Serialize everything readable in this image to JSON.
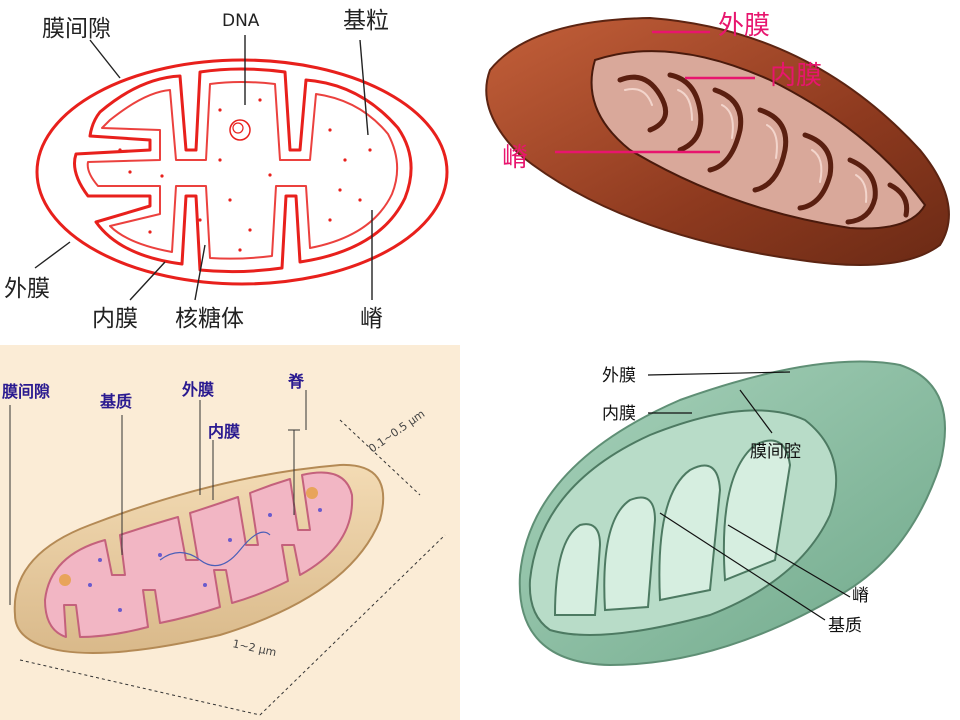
{
  "panels": [
    {
      "id": "schematic",
      "labels": {
        "intermembrane_space": "膜间隙",
        "dna": "DNA",
        "elementary_particle": "基粒",
        "outer_membrane": "外膜",
        "inner_membrane": "内膜",
        "ribosome": "核糖体",
        "cristae": "嵴"
      }
    },
    {
      "id": "brown-illustration",
      "labels": {
        "outer_membrane": "外膜",
        "inner_membrane": "内膜",
        "cristae": "嵴"
      }
    },
    {
      "id": "pink-illustration",
      "labels": {
        "intermembrane_space": "膜间隙",
        "matrix": "基质",
        "outer_membrane": "外膜",
        "inner_membrane": "内膜",
        "cristae": "脊",
        "width_measure": "0.1~0.5 μm",
        "length_measure": "1~2 μm"
      }
    },
    {
      "id": "green-illustration",
      "labels": {
        "outer_membrane": "外膜",
        "inner_membrane": "内膜",
        "intermembrane_cavity": "膜间腔",
        "cristae": "嵴",
        "matrix": "基质"
      }
    }
  ],
  "colors": {
    "schematic_line": "#e8201c",
    "pink_label": "#e8156e",
    "pink_label_ink": "#2a1a90",
    "brown_outer": "#9a3d22",
    "green_outer": "#8cc0a4"
  }
}
